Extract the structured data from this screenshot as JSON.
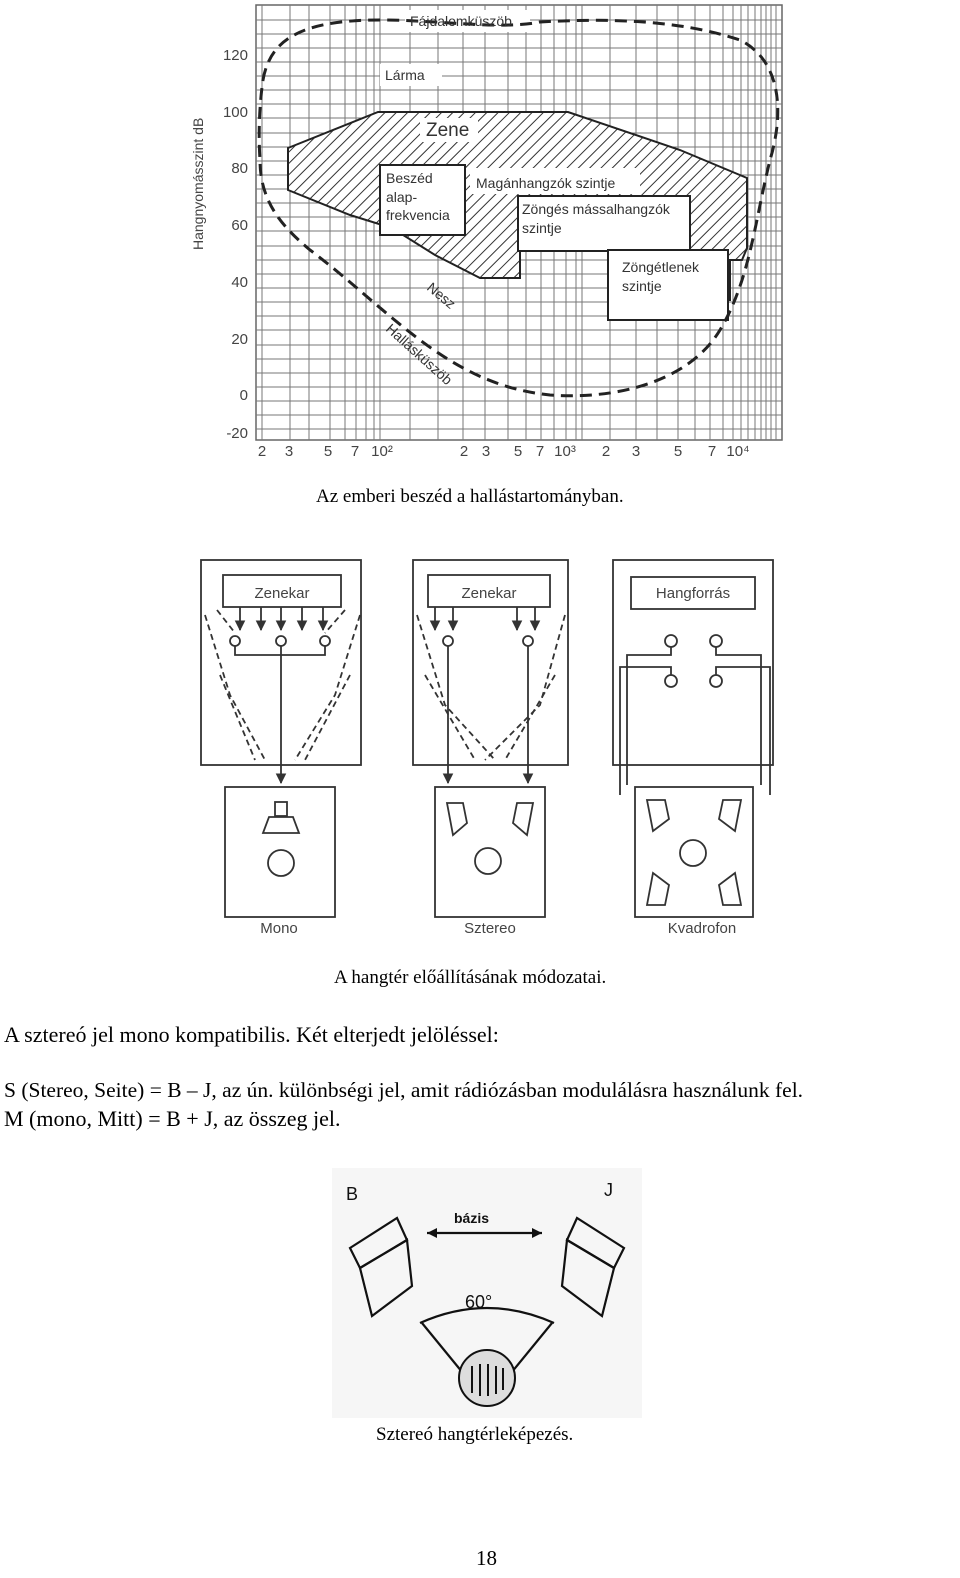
{
  "figure1": {
    "y_axis_label": "Hangnyomásszint dB",
    "y_ticks": [
      "120",
      "100",
      "80",
      "60",
      "40",
      "20",
      "0",
      "-20"
    ],
    "x_ticks": [
      "2",
      "3",
      "5",
      "7",
      "10²",
      "2",
      "3",
      "5",
      "7",
      "10³",
      "2",
      "3",
      "5",
      "7",
      "10⁴"
    ],
    "labels": {
      "pain_threshold": "Fájdalomküszöb",
      "noise_loud": "Lárma",
      "music": "Zene",
      "speech_line1": "Beszéd",
      "speech_line2": "alap-",
      "speech_line3": "frekvencia",
      "vowels": "Magánhangzók szintje",
      "voiced_line1": "Zöngés mássalhangzók",
      "voiced_line2": "szintje",
      "unvoiced_line1": "Zöngétlenek",
      "unvoiced_line2": "szintje",
      "rustle": "Nesz",
      "hearing_threshold": "Hallásküszöb"
    },
    "caption": "Az emberi beszéd a hallástartományban."
  },
  "figure2": {
    "panels": [
      {
        "source": "Zenekar",
        "label": "Mono"
      },
      {
        "source": "Zenekar",
        "label": "Sztereo"
      },
      {
        "source": "Hangforrás",
        "label": "Kvadrofon"
      }
    ],
    "caption": "A hangtér előállításának módozatai."
  },
  "text": {
    "line1": "A sztereó jel mono kompatibilis. Két elterjedt jelöléssel:",
    "line2": "S (Stereo, Seite) = B – J, az ún. különbségi jel, amit rádiózásban modulálásra használunk fel.",
    "line3": "M (mono, Mitt) = B + J, az összeg jel."
  },
  "figure3": {
    "left": "B",
    "right": "J",
    "base": "bázis",
    "angle": "60°",
    "caption": "Sztereó hangtérleképezés."
  },
  "page_number": "18"
}
